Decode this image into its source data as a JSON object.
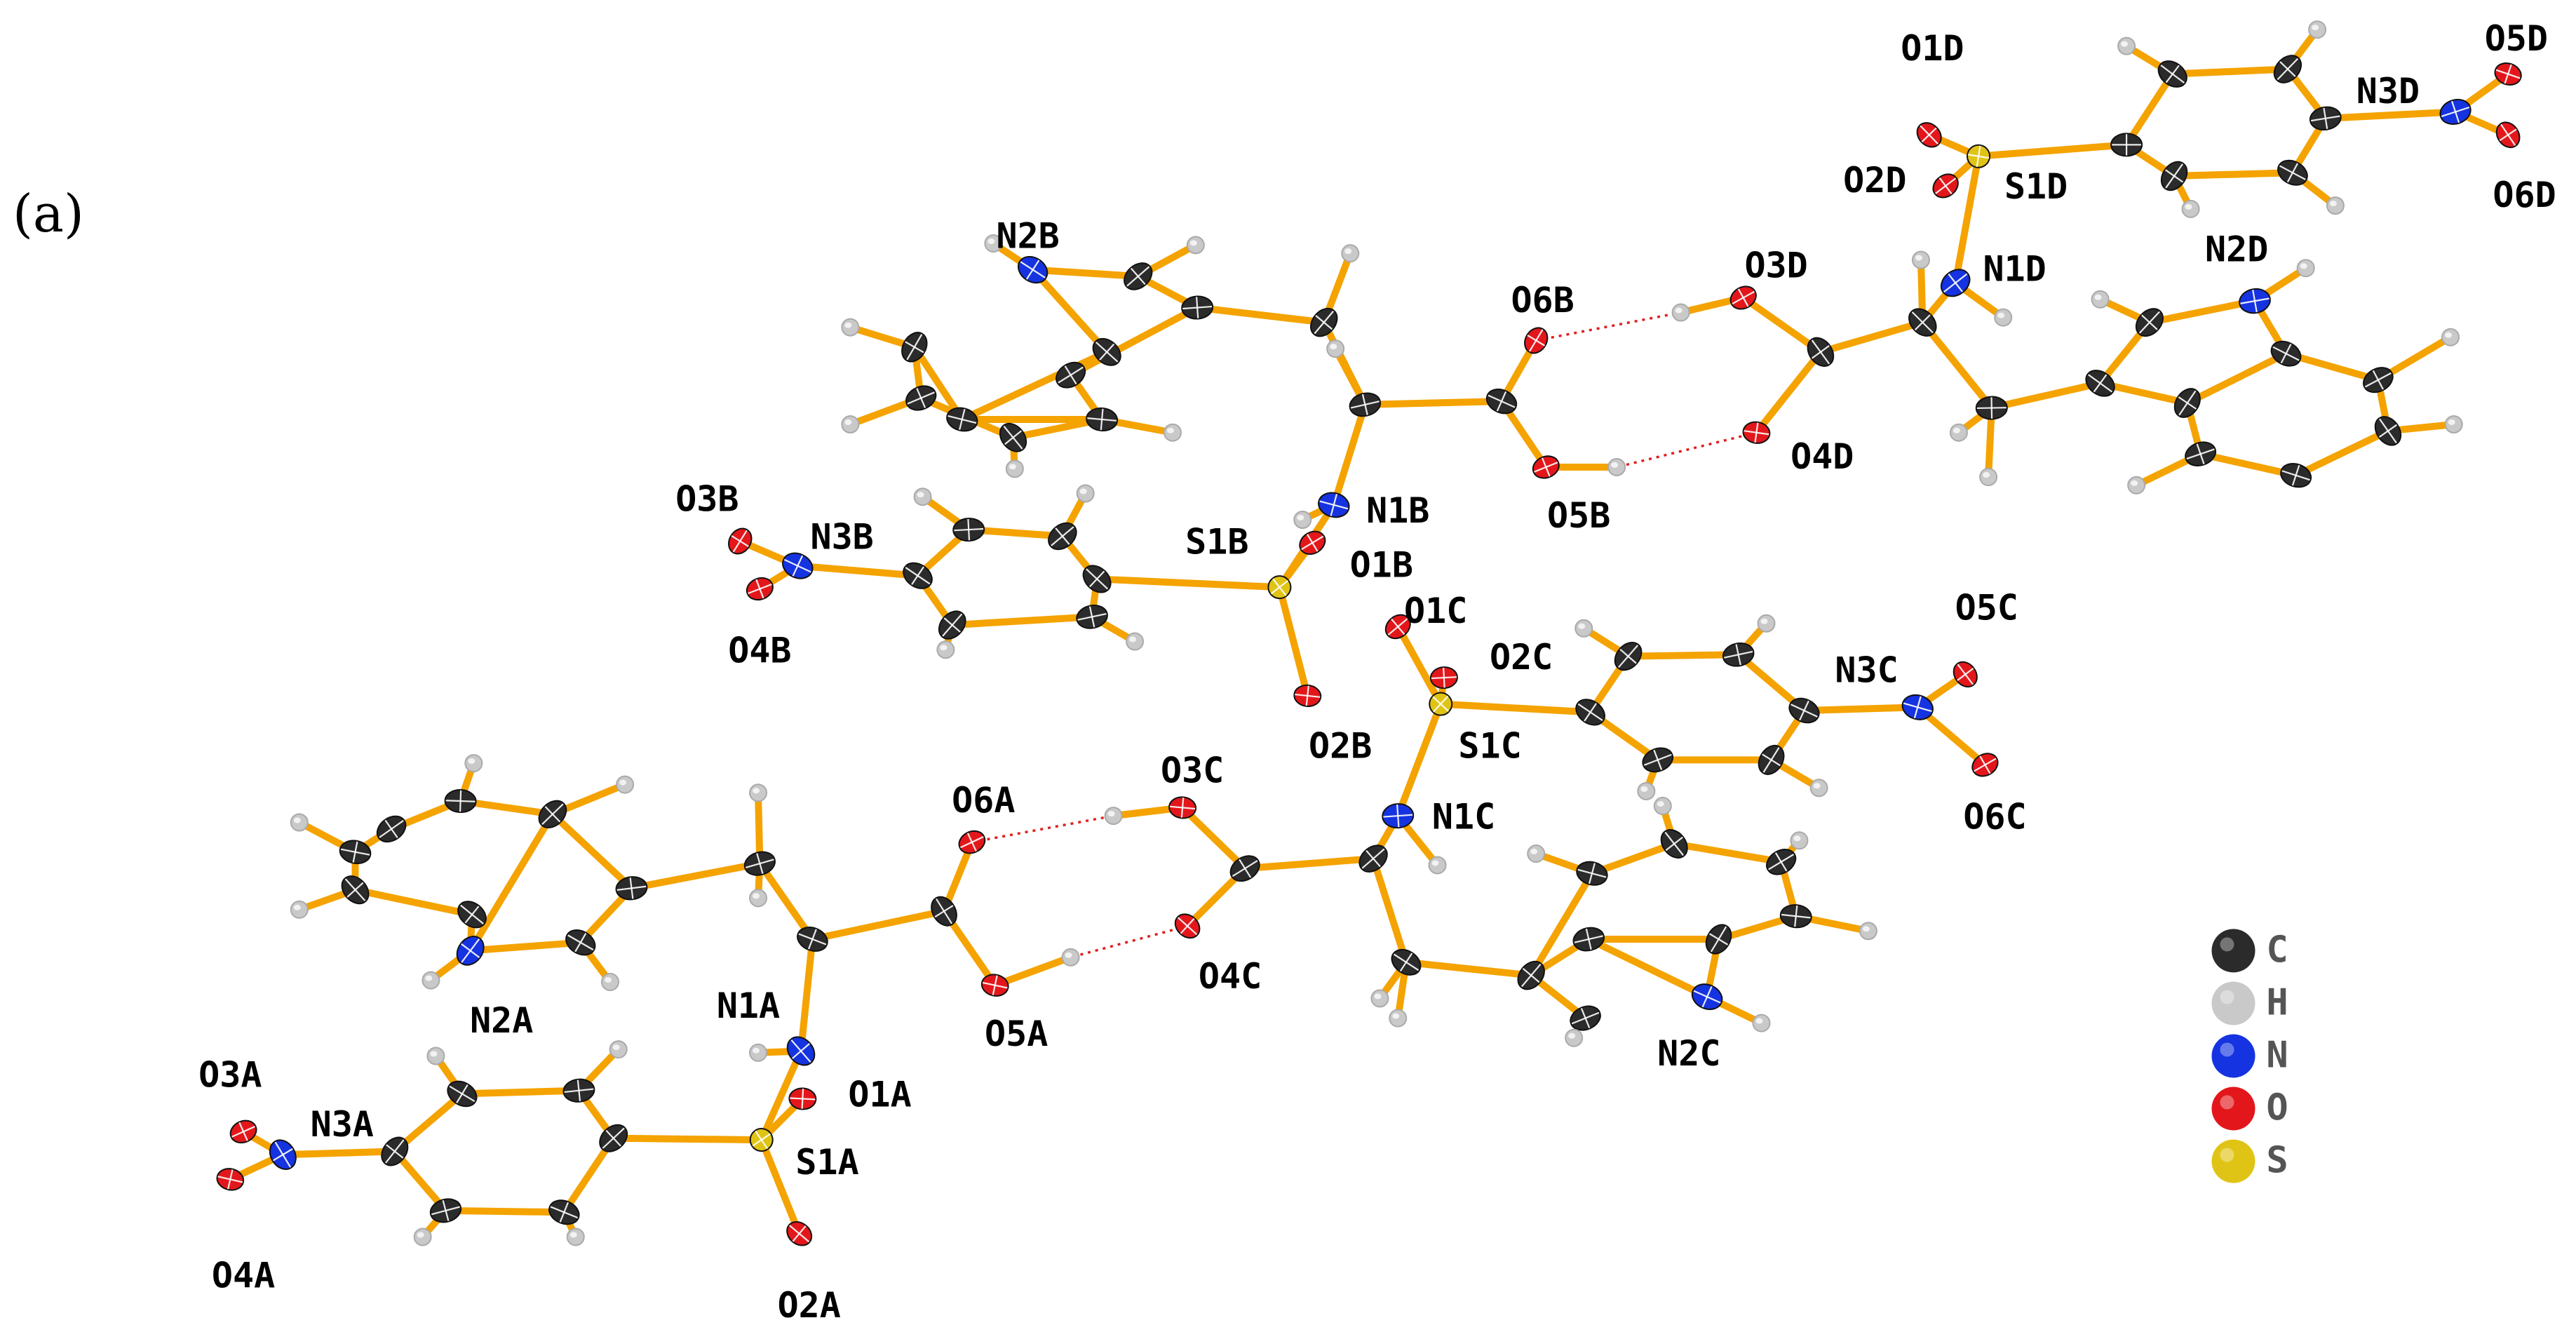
{
  "panel_label": "(a)",
  "colors": {
    "bond": "#f4a300",
    "hbond": "#e02020",
    "C": "#2b2b2b",
    "H": "#c9c9c9",
    "N": "#1533e0",
    "O": "#e3171b",
    "S": "#e0c415"
  },
  "legend": [
    {
      "element": "C",
      "label": "C"
    },
    {
      "element": "H",
      "label": "H"
    },
    {
      "element": "N",
      "label": "N"
    },
    {
      "element": "O",
      "label": "O"
    },
    {
      "element": "S",
      "label": "S"
    }
  ],
  "atom_labels": [
    "N2B",
    "O6B",
    "O3D",
    "N1D",
    "N2D",
    "O1D",
    "O2D",
    "S1D",
    "N3D",
    "O5D",
    "O6D",
    "O4D",
    "O5B",
    "N1B",
    "S1B",
    "O1B",
    "O2B",
    "O3B",
    "N3B",
    "O4B",
    "O1C",
    "O2C",
    "S1C",
    "N3C",
    "O5C",
    "O6C",
    "O3C",
    "N1C",
    "O4C",
    "N2C",
    "O6A",
    "O5A",
    "N1A",
    "O1A",
    "N2A",
    "S1A",
    "O2A",
    "O3A",
    "N3A",
    "O4A"
  ]
}
